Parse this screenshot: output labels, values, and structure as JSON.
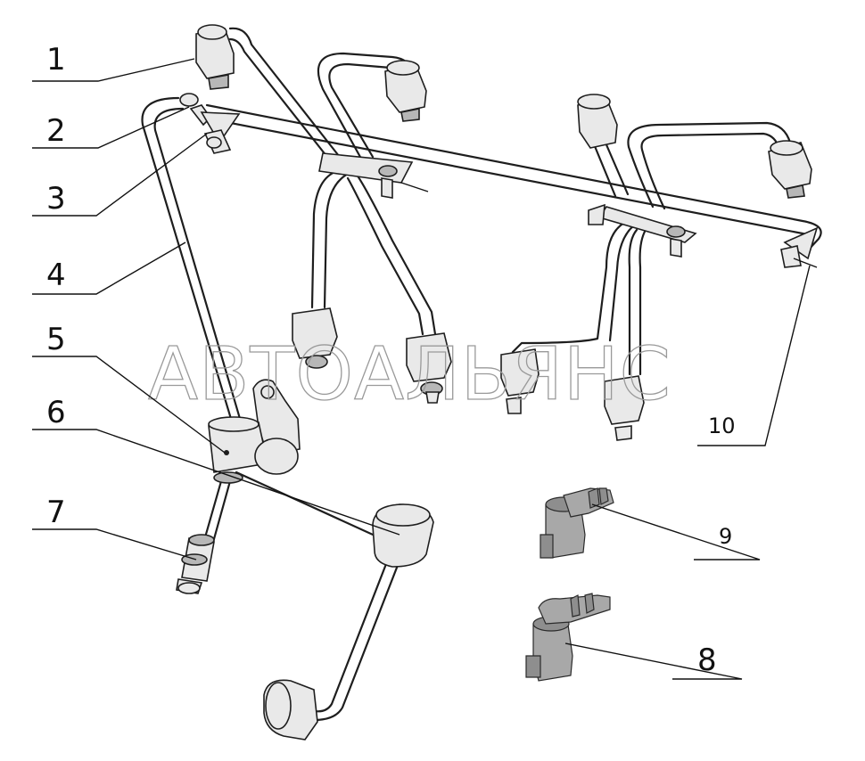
{
  "watermark": "АВТОАЛЬЯНС",
  "callouts": [
    {
      "id": "1",
      "label": "1"
    },
    {
      "id": "2",
      "label": "2"
    },
    {
      "id": "3",
      "label": "3"
    },
    {
      "id": "4",
      "label": "4"
    },
    {
      "id": "5",
      "label": "5"
    },
    {
      "id": "6",
      "label": "6"
    },
    {
      "id": "7",
      "label": "7"
    },
    {
      "id": "8",
      "label": "8"
    },
    {
      "id": "9",
      "label": "9"
    },
    {
      "id": "10",
      "label": "10"
    }
  ]
}
